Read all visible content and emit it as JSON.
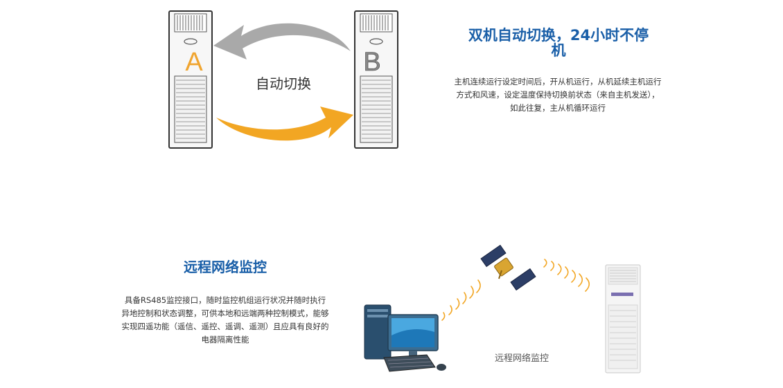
{
  "switch_section": {
    "title": "双机自动切换，24小时不停机",
    "description": "主机连续运行设定时间后，开从机运行，从机延续主机运行方式和风速，设定温度保持切换前状态（来自主机发送），如此往复，主从机循环运行",
    "unit_a_label": "A",
    "unit_b_label": "B",
    "center_label": "自动切换",
    "colors": {
      "title": "#1a5fa8",
      "arrow_top": "#a9a9a9",
      "arrow_bottom": "#f2a623",
      "unit_letter": "#f0a530"
    }
  },
  "network_section": {
    "title": "远程网络监控",
    "description": "具备RS485监控接口，随时监控机组运行状况并随时执行异地控制和状态调整，可供本地和远端两种控制模式，能够实现四遥功能（遥信、遥控、遥调、遥测）且应具有良好的电器隔离性能",
    "caption": "远程网络监控",
    "icons": [
      "satellite-icon",
      "computer-icon",
      "air-conditioner-unit-icon",
      "signal-wave-icon"
    ]
  }
}
